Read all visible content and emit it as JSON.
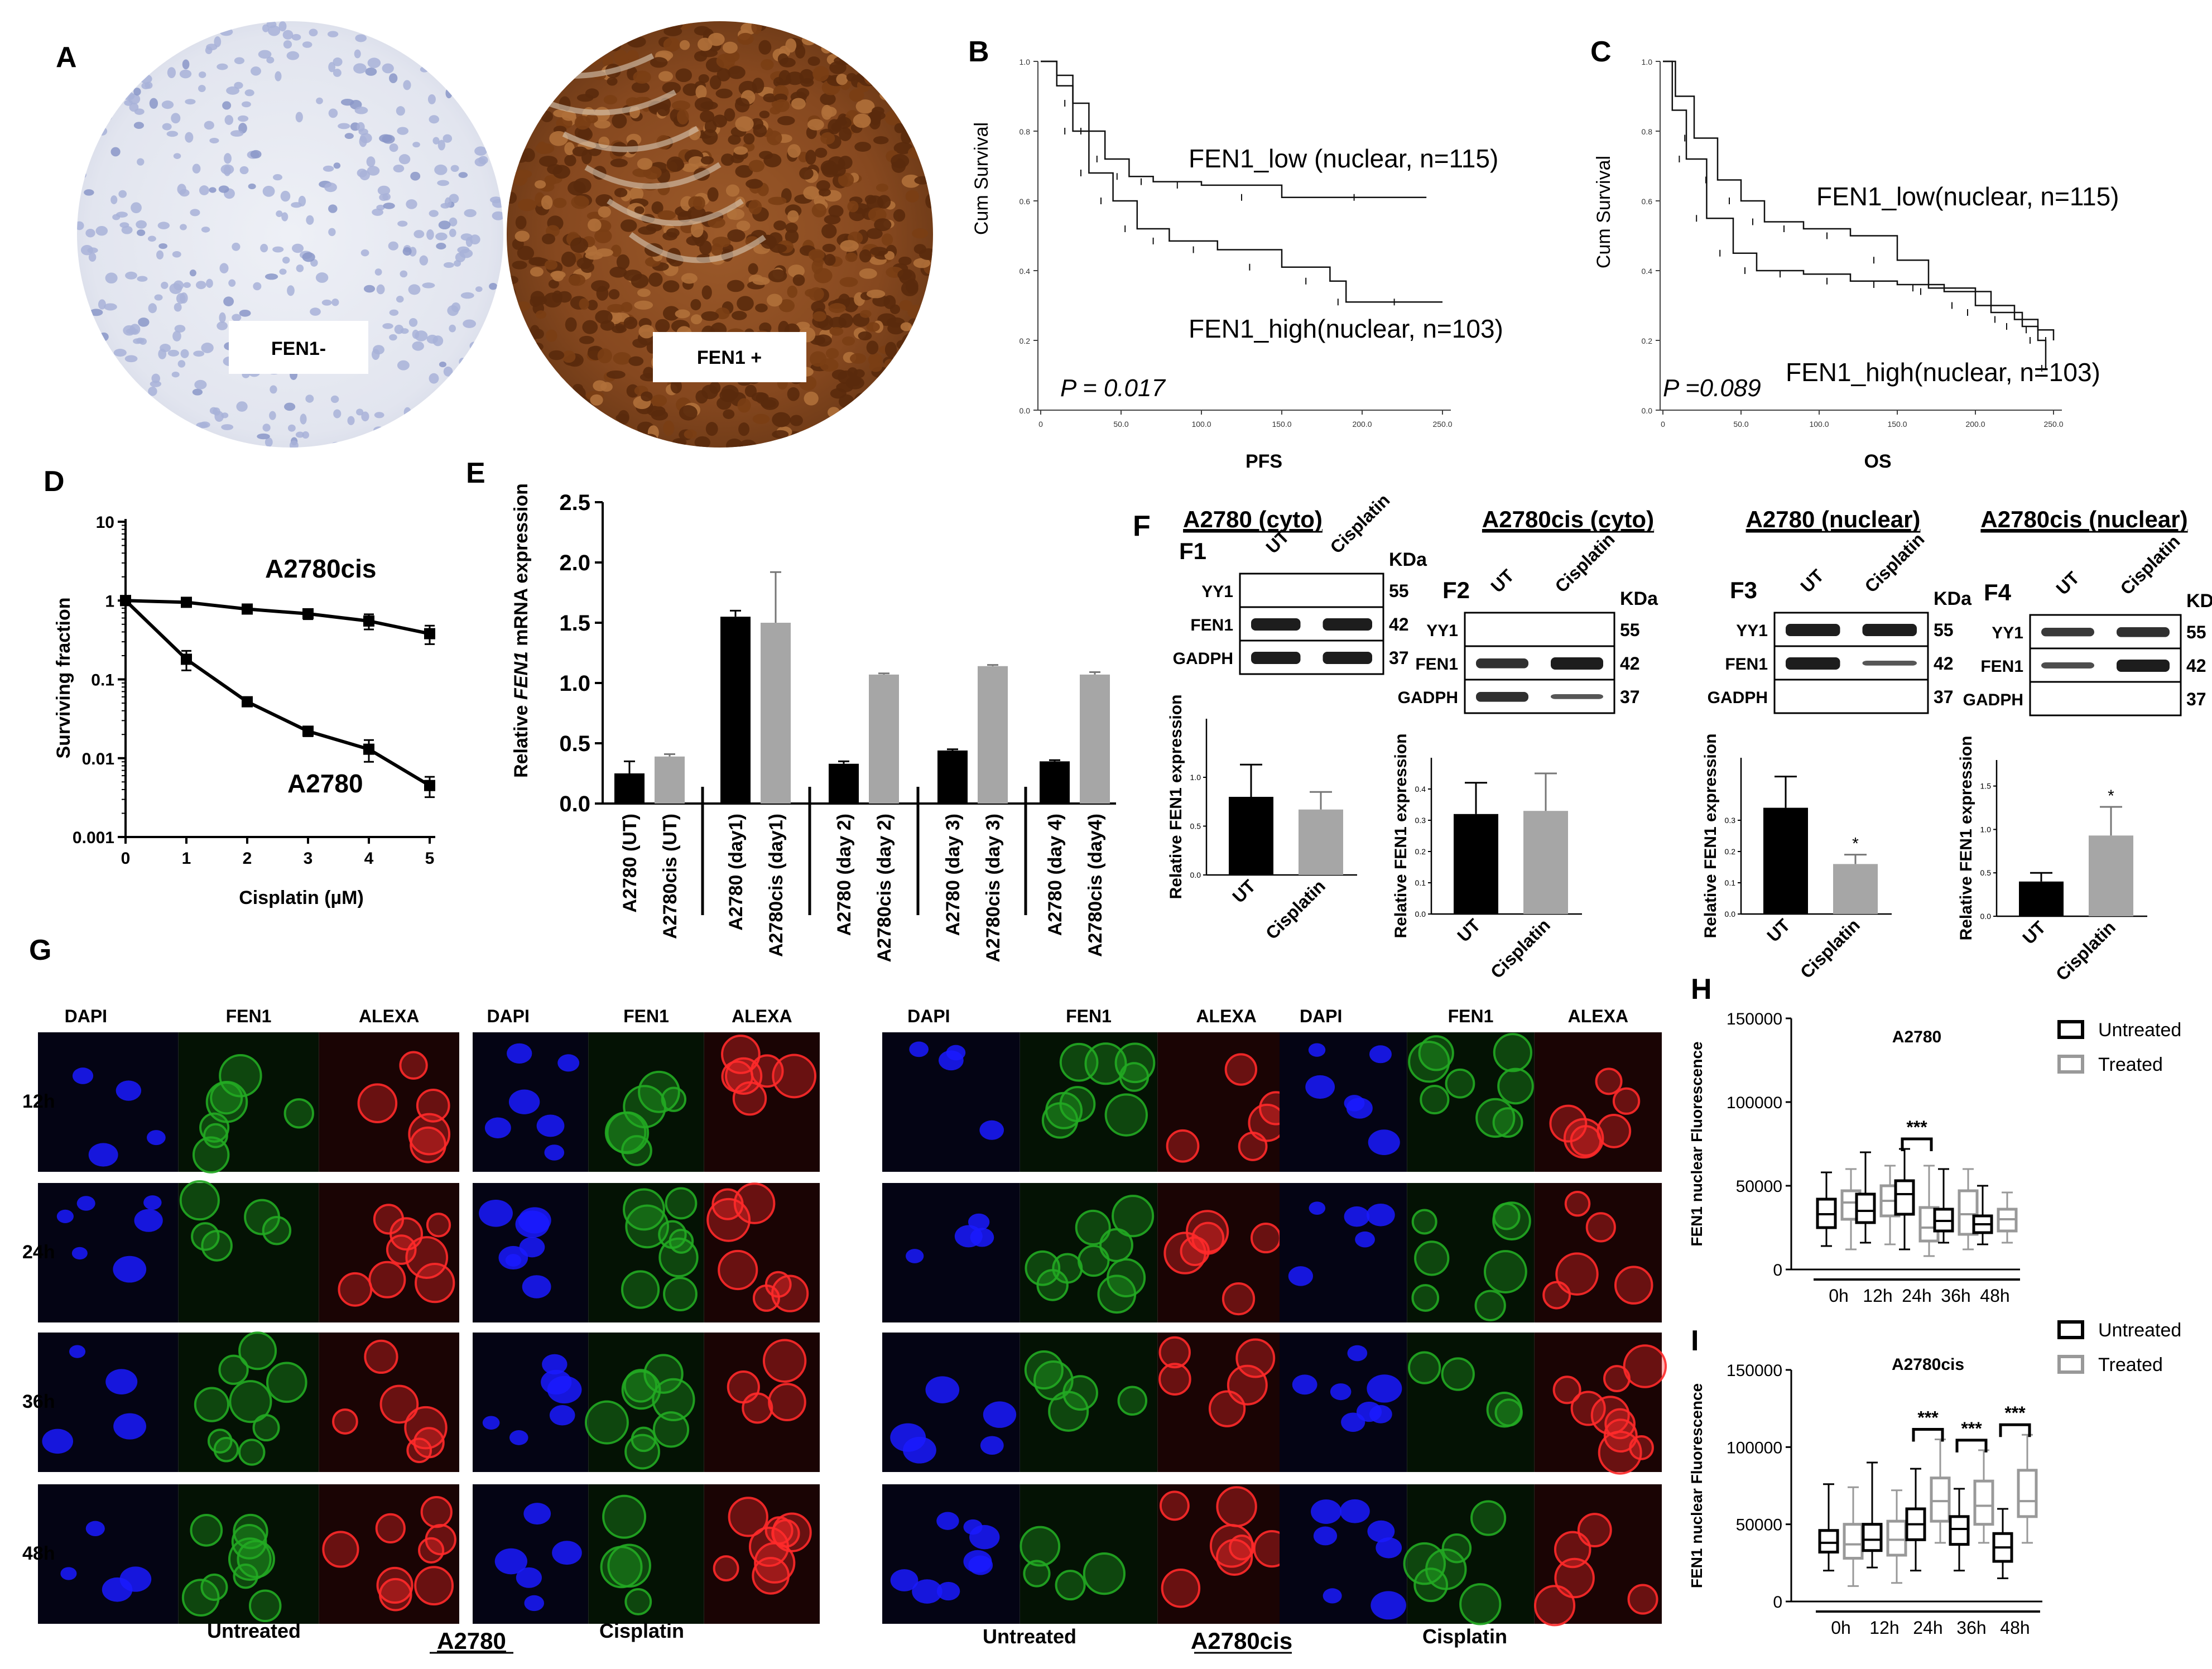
{
  "panel_letters": {
    "A": "A",
    "B": "B",
    "C": "C",
    "D": "D",
    "E": "E",
    "F": "F",
    "G": "G",
    "H": "H",
    "I": "I"
  },
  "panelA": {
    "neg_label": "FEN1-",
    "pos_label": "FEN1 +"
  },
  "km": [
    {
      "id": "B",
      "ylabel": "Cum Survival",
      "xlabel": "PFS",
      "p": "P = 0.017",
      "low_label": "FEN1_low (nuclear, n=115)",
      "high_label": "FEN1_high(nuclear, n=103)",
      "yticks": [
        "0.0",
        "0.2",
        "0.4",
        "0.6",
        "0.8",
        "1.0"
      ],
      "xticks": [
        "0",
        "50.0",
        "100.0",
        "150.0",
        "200.0",
        "250.0"
      ]
    },
    {
      "id": "C",
      "ylabel": "Cum Survival",
      "xlabel": "OS",
      "p": "P =0.089",
      "low_label": "FEN1_low(nuclear, n=115)",
      "high_label": "FEN1_high(nuclear, n=103)",
      "yticks": [
        "0.0",
        "0.2",
        "0.4",
        "0.6",
        "0.8",
        "1.0"
      ],
      "xticks": [
        "0",
        "50.0",
        "100.0",
        "150.0",
        "200.0",
        "250.0"
      ]
    }
  ],
  "panelF": {
    "headers": [
      "A2780 (cyto)",
      "A2780cis (cyto)",
      "A2780 (nuclear)",
      "A2780cis (nuclear)"
    ],
    "sub": [
      "F1",
      "F2",
      "F3",
      "F4"
    ],
    "lanes": [
      "UT",
      "Cisplatin"
    ],
    "kda": "KDa",
    "proteins": [
      "YY1",
      "FEN1",
      "GADPH"
    ],
    "sizes": [
      "55",
      "42",
      "37"
    ],
    "ylabel": "Relative FEN1 expression",
    "star": "*",
    "yticks": [
      [
        "0.0",
        "0.5",
        "1.0"
      ],
      [
        "0.0",
        "0.1",
        "0.2",
        "0.3",
        "0.4"
      ],
      [
        "0.0",
        "0.1",
        "0.2",
        "0.3"
      ],
      [
        "0.0",
        "0.5",
        "1.0",
        "1.5"
      ]
    ]
  },
  "panelG": {
    "cols": [
      "DAPI",
      "FEN1",
      "ALEXA"
    ],
    "rows": [
      "12h",
      "24h",
      "36h",
      "48h"
    ],
    "footer": {
      "untreated": "Untreated",
      "cisplatin": "Cisplatin",
      "a2780": "A2780",
      "a2780cis": "A2780cis"
    }
  },
  "chart_data": [
    {
      "id": "D",
      "type": "line",
      "xlabel": "Cisplatin (µM)",
      "ylabel": "Surviving fraction",
      "yscale": "log",
      "ylim": [
        0.001,
        10
      ],
      "xlim": [
        0,
        5
      ],
      "x": [
        0,
        1,
        2,
        3,
        4,
        5
      ],
      "xticks": [
        "0",
        "1",
        "2",
        "3",
        "4",
        "5"
      ],
      "yticks": [
        "0.001",
        "0.01",
        "0.1",
        "1",
        "10"
      ],
      "series": [
        {
          "name": "A2780cis",
          "values": [
            1,
            0.95,
            0.78,
            0.68,
            0.55,
            0.38
          ],
          "err": [
            0.05,
            0.1,
            0.1,
            0.1,
            0.12,
            0.1
          ]
        },
        {
          "name": "A2780",
          "values": [
            1,
            0.18,
            0.052,
            0.022,
            0.013,
            0.0045
          ],
          "err": [
            0.05,
            0.05,
            0.005,
            0.003,
            0.004,
            0.0013
          ]
        }
      ]
    },
    {
      "id": "E",
      "type": "bar",
      "ylabel_pre": "Relative ",
      "ylabel_gene": "FEN1",
      "ylabel_post": " mRNA expression",
      "ylim": [
        0,
        2.5
      ],
      "yticks": [
        "0.0",
        "0.5",
        "1.0",
        "1.5",
        "2.0",
        "2.5"
      ],
      "categories": [
        "A2780 (UT)",
        "A2780cis (UT)",
        "A2780 (day1)",
        "A2780cis (day1)",
        "A2780 (day 2)",
        "A2780cis (day 2)",
        "A2780 (day 3)",
        "A2780cis (day 3)",
        "A2780 (day 4)",
        "A2780cis (day4)"
      ],
      "values": [
        0.25,
        0.39,
        1.55,
        1.5,
        0.33,
        1.07,
        0.44,
        1.14,
        0.35,
        1.07
      ],
      "err": [
        0.1,
        0.02,
        0.05,
        0.42,
        0.02,
        0.01,
        0.01,
        0.01,
        0.01,
        0.02
      ]
    },
    {
      "id": "F1",
      "type": "bar",
      "categories": [
        "UT",
        "Cisplatin"
      ],
      "values": [
        0.8,
        0.67
      ],
      "err": [
        0.33,
        0.18
      ],
      "ylim": [
        0,
        1.6
      ],
      "star": [
        false,
        false
      ]
    },
    {
      "id": "F2",
      "type": "bar",
      "categories": [
        "UT",
        "Cisplatin"
      ],
      "values": [
        0.32,
        0.33
      ],
      "err": [
        0.1,
        0.12
      ],
      "ylim": [
        0,
        0.5
      ],
      "star": [
        false,
        false
      ]
    },
    {
      "id": "F3",
      "type": "bar",
      "categories": [
        "UT",
        "Cisplatin"
      ],
      "values": [
        0.34,
        0.16
      ],
      "err": [
        0.1,
        0.03
      ],
      "ylim": [
        0,
        0.5
      ],
      "star": [
        false,
        true
      ]
    },
    {
      "id": "F4",
      "type": "bar",
      "categories": [
        "UT",
        "Cisplatin"
      ],
      "values": [
        0.4,
        0.93
      ],
      "err": [
        0.1,
        0.33
      ],
      "ylim": [
        0,
        1.8
      ],
      "star": [
        false,
        true
      ]
    },
    {
      "id": "H",
      "type": "box",
      "title": "A2780",
      "ylabel": "FEN1 nuclear Fluorescence",
      "ylim": [
        0,
        150000
      ],
      "yticks": [
        "0",
        "50000",
        "100000",
        "150000"
      ],
      "categories": [
        "0h",
        "12h",
        "24h",
        "36h",
        "48h"
      ],
      "legend": [
        "Untreated",
        "Treated"
      ],
      "sig": [
        false,
        false,
        true,
        false,
        false
      ],
      "sig_label": "***",
      "untreated": [
        [
          14000,
          25000,
          33000,
          42000,
          58000
        ],
        [
          16000,
          28000,
          35000,
          45000,
          70000
        ],
        [
          12000,
          33000,
          45000,
          53000,
          72000
        ],
        [
          16000,
          23000,
          29000,
          36000,
          60000
        ],
        [
          15000,
          22000,
          27000,
          32000,
          50000
        ]
      ],
      "treated": [
        [
          12000,
          30000,
          40000,
          47000,
          60000
        ],
        [
          15000,
          32000,
          41000,
          50000,
          62000
        ],
        [
          8000,
          17000,
          25000,
          37000,
          62000
        ],
        [
          12000,
          21000,
          33000,
          47000,
          60000
        ],
        [
          16000,
          23000,
          30000,
          36000,
          46000
        ]
      ]
    },
    {
      "id": "I",
      "type": "box",
      "title": "A2780cis",
      "ylabel": "FEN1 nuclear Fluorescence",
      "ylim": [
        0,
        150000
      ],
      "yticks": [
        "0",
        "50000",
        "100000",
        "150000"
      ],
      "categories": [
        "0h",
        "12h",
        "24h",
        "36h",
        "48h"
      ],
      "legend": [
        "Untreated",
        "Treated"
      ],
      "sig": [
        false,
        false,
        true,
        true,
        true
      ],
      "sig_label": "***",
      "untreated": [
        [
          20000,
          32000,
          38000,
          46000,
          76000
        ],
        [
          22000,
          33000,
          40000,
          50000,
          90000
        ],
        [
          20000,
          40000,
          50000,
          60000,
          86000
        ],
        [
          20000,
          37000,
          47000,
          55000,
          73000
        ],
        [
          15000,
          26000,
          35000,
          44000,
          60000
        ]
      ],
      "treated": [
        [
          10000,
          28000,
          37000,
          50000,
          74000
        ],
        [
          12000,
          30000,
          40000,
          52000,
          72000
        ],
        [
          38000,
          52000,
          65000,
          80000,
          105000
        ],
        [
          38000,
          50000,
          62000,
          78000,
          98000
        ],
        [
          38000,
          55000,
          65000,
          85000,
          108000
        ]
      ]
    }
  ]
}
